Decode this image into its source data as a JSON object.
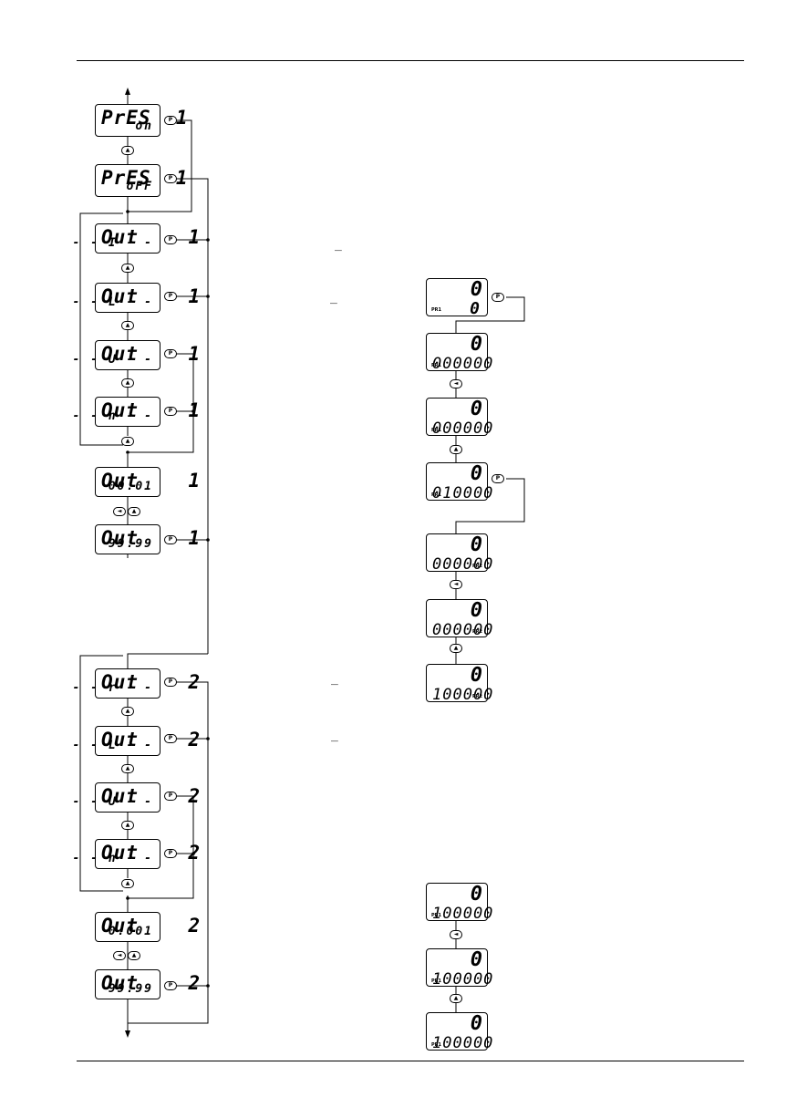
{
  "left_column": {
    "pres_on": {
      "top": "PrES  1",
      "bottom": "on"
    },
    "pres_off": {
      "top": "PrES  1",
      "bottom": "oFF"
    },
    "out1": [
      {
        "top": "Out    1",
        "bottom": "- - I - -"
      },
      {
        "top": "Out    1",
        "bottom": "- - L - -"
      },
      {
        "top": "Out    1",
        "bottom": "- - U - -"
      },
      {
        "top": "Out    1",
        "bottom": "- - n - -"
      },
      {
        "top": "Out    1",
        "bottom": "00.01"
      },
      {
        "top": "Out    1",
        "bottom": "99.99"
      }
    ],
    "out2": [
      {
        "top": "Out    2",
        "bottom": "- - r - -"
      },
      {
        "top": "Out    2",
        "bottom": "- - L - -"
      },
      {
        "top": "Out    2",
        "bottom": "- - U - -"
      },
      {
        "top": "Out    2",
        "bottom": "- - n - -"
      },
      {
        "top": "Out    2",
        "bottom": "0.001"
      },
      {
        "top": "Out    2",
        "bottom": "99.99"
      }
    ]
  },
  "right_column": {
    "upper": [
      {
        "num": "0",
        "val": "0",
        "label": "PR1"
      },
      {
        "num": "0",
        "val": "000000",
        "label": "PR1"
      },
      {
        "num": "0",
        "val": "000000",
        "label": "PR1"
      },
      {
        "num": "0",
        "val": "010000",
        "label": "PR1"
      },
      {
        "num": "0",
        "val": "000000",
        "label": "PR2"
      },
      {
        "num": "0",
        "val": "000000",
        "label": "PR2"
      },
      {
        "num": "0",
        "val": "100000",
        "label": "PR2"
      }
    ],
    "lower": [
      {
        "num": "0",
        "val": "100000",
        "label": "PR1"
      },
      {
        "num": "0",
        "val": "100000",
        "label": "PR1"
      },
      {
        "num": "0",
        "val": "100000",
        "label": "PR1"
      }
    ]
  },
  "keys": {
    "p": "P",
    "up": "▲",
    "shift": "◄"
  },
  "side_marks": [
    "_",
    "_",
    "_",
    "_"
  ]
}
